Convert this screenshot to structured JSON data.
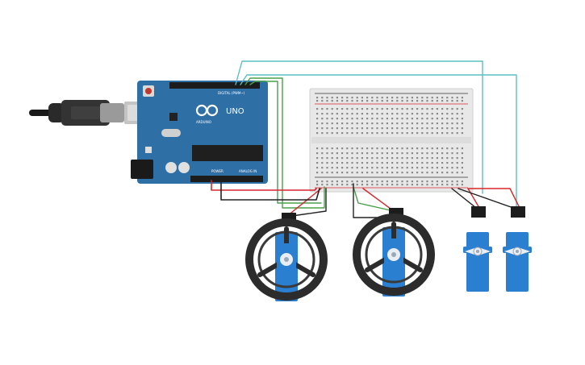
{
  "board": {
    "name": "UNO",
    "brand": "ARDUINO",
    "digital_label": "DIGITAL (PWM~)",
    "power_label": "POWER",
    "analog_label": "ANALOG IN",
    "color": "#2e6fa6"
  },
  "breadboard": {
    "color": "#e8e8e8",
    "rail_positive_color": "#d7262b",
    "rail_negative_color": "#333333"
  },
  "wires": {
    "signal_color": "#5bbfc0",
    "signal2_color": "#4aa04a",
    "power_color": "#d7262b",
    "ground_color": "#222222"
  },
  "servo": {
    "body_color": "#2b7fd1",
    "horn_color": "#e8eef4"
  },
  "wheel": {
    "tire_color": "#2c2c2c"
  },
  "components": {
    "usb_cable": "usb-cable",
    "continuous_servos": 2,
    "positional_servos": 2
  }
}
